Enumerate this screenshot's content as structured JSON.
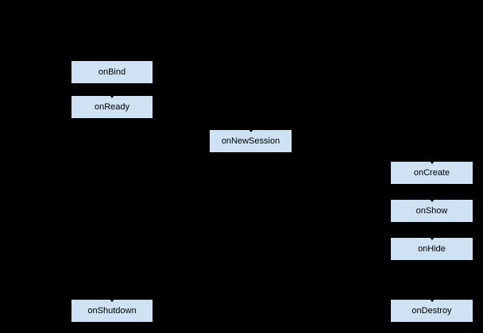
{
  "diagram": {
    "type": "flowchart",
    "background_color": "#000000",
    "node_fill_color": "#cfe2f3",
    "node_border_color": "#000000",
    "node_text_color": "#000000",
    "nodes": [
      {
        "label": "onBind"
      },
      {
        "label": "onReady"
      },
      {
        "label": "onNewSession"
      },
      {
        "label": "onCreate"
      },
      {
        "label": "onShow"
      },
      {
        "label": "onHide"
      },
      {
        "label": "onShutdown"
      },
      {
        "label": "onDestroy"
      }
    ]
  }
}
